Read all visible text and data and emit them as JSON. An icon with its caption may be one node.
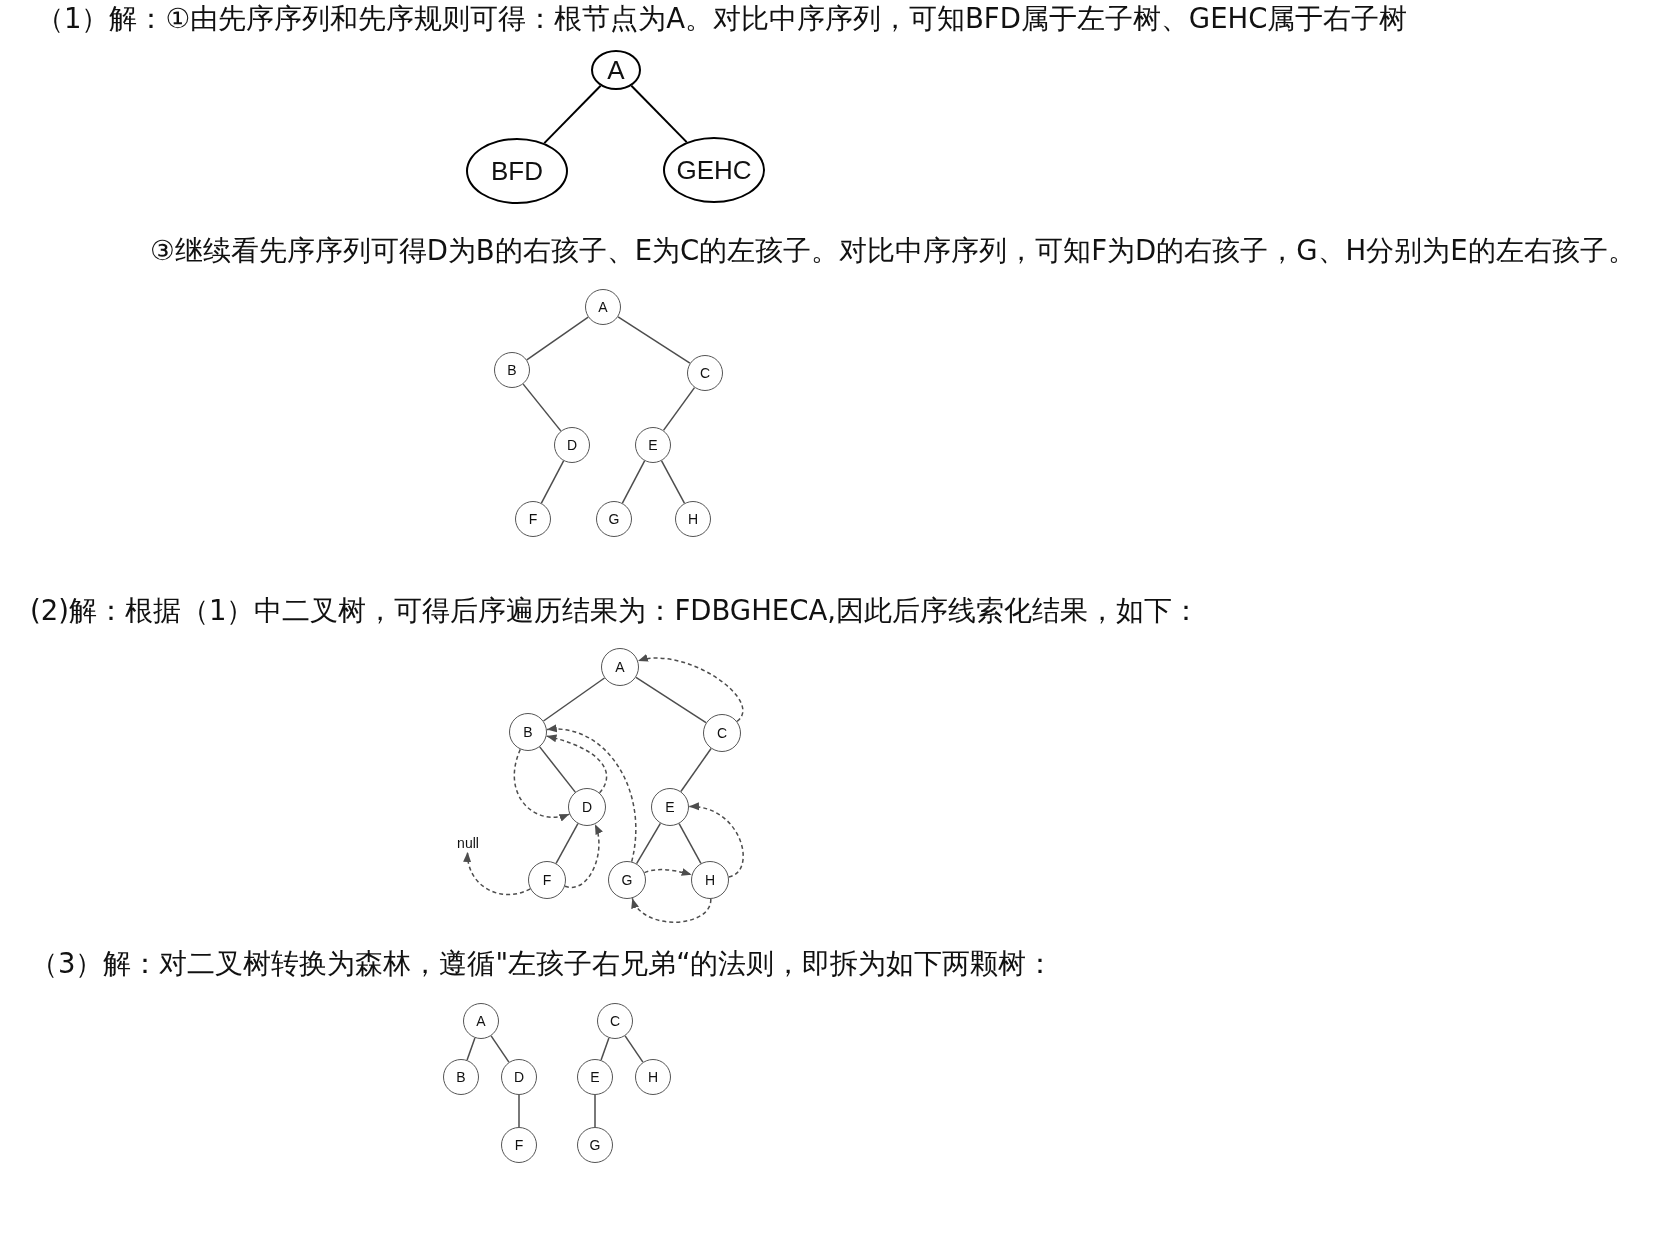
{
  "diagram": {
    "nodes": [
      {
        "text": [
          "A"
        ]
      },
      {
        "text": [
          "BFD"
        ]
      },
      {
        "text": [
          "GEHC"
        ]
      },
      {
        "text": [
          "A"
        ]
      },
      {
        "text": [
          "B"
        ]
      },
      {
        "text": [
          "C"
        ]
      },
      {
        "text": [
          "D"
        ]
      },
      {
        "text": [
          "E"
        ]
      },
      {
        "text": [
          "F"
        ]
      },
      {
        "text": [
          "G"
        ]
      },
      {
        "text": [
          "H"
        ]
      },
      {
        "text": [
          "A"
        ]
      },
      {
        "text": [
          "B"
        ]
      },
      {
        "text": [
          "C"
        ]
      },
      {
        "text": [
          "D"
        ]
      },
      {
        "text": [
          "E"
        ]
      },
      {
        "text": [
          "null"
        ]
      },
      {
        "text": [
          "F"
        ]
      },
      {
        "text": [
          "G"
        ]
      },
      {
        "text": [
          "H"
        ]
      },
      {
        "text": [
          "A"
        ]
      },
      {
        "text": [
          "C"
        ]
      },
      {
        "text": [
          "B"
        ]
      },
      {
        "text": [
          "D"
        ]
      },
      {
        "text": [
          "E"
        ]
      },
      {
        "text": [
          "H"
        ]
      },
      {
        "text": [
          "F"
        ]
      },
      {
        "text": [
          "G"
        ]
      }
    ],
    "edges": [
      {
        "from": 0,
        "to": 1,
        "arrow": "none",
        "color": "#000000"
      },
      {
        "from": 0,
        "to": 2,
        "arrow": "none",
        "color": "#000000"
      },
      {
        "from": 3,
        "to": 4,
        "arrow": "none"
      },
      {
        "from": 3,
        "to": 5,
        "arrow": "none"
      },
      {
        "from": 4,
        "to": 6,
        "arrow": "none"
      },
      {
        "from": 5,
        "to": 7,
        "arrow": "none"
      },
      {
        "from": 6,
        "to": 8,
        "arrow": "none"
      },
      {
        "from": 7,
        "to": 9,
        "arrow": "none"
      },
      {
        "from": 7,
        "to": 10,
        "arrow": "none"
      },
      {
        "from": 11,
        "to": 12,
        "arrow": "none"
      },
      {
        "from": 11,
        "to": 13,
        "arrow": "none"
      },
      {
        "from": 12,
        "to": 14,
        "arrow": "none"
      },
      {
        "from": 13,
        "to": 15,
        "arrow": "none"
      },
      {
        "from": 14,
        "to": 17,
        "arrow": "none"
      },
      {
        "from": 15,
        "to": 18,
        "arrow": "none"
      },
      {
        "from": 15,
        "to": 19,
        "arrow": "none"
      },
      {
        "from": 13,
        "to": 11,
        "arrow": "to",
        "style": "dashed"
      },
      {
        "from": 12,
        "to": 14,
        "arrow": "to",
        "style": "dashed"
      },
      {
        "from": 14,
        "to": 12,
        "arrow": "to",
        "style": "dashed"
      },
      {
        "from": 18,
        "to": 12,
        "arrow": "to",
        "style": "dashed"
      },
      {
        "from": 17,
        "to": 14,
        "arrow": "to",
        "style": "dashed"
      },
      {
        "from": 17,
        "to": 16,
        "arrow": "to",
        "style": "dashed"
      },
      {
        "from": 18,
        "to": 19,
        "arrow": "to",
        "style": "dashed"
      },
      {
        "from": 19,
        "to": 18,
        "arrow": "to",
        "style": "dashed"
      },
      {
        "from": 19,
        "to": 15,
        "arrow": "to",
        "style": "dashed"
      },
      {
        "from": 20,
        "to": 22,
        "arrow": "none"
      },
      {
        "from": 20,
        "to": 23,
        "arrow": "none"
      },
      {
        "from": 23,
        "to": 26,
        "arrow": "none"
      },
      {
        "from": 21,
        "to": 24,
        "arrow": "none"
      },
      {
        "from": 21,
        "to": 25,
        "arrow": "none"
      },
      {
        "from": 24,
        "to": 27,
        "arrow": "none"
      }
    ],
    "labels": [
      "（1）解：①由先序序列和先序规则可得：根节点为A。对比中序序列，可知BFD属于左子树、GEHC属于右子树",
      "③继续看先序序列可得D为B的右孩子、E为C的左孩子。对比中序序列，可知F为D的右孩子，G、H分别为E的左右孩子。",
      "(2)解：根据（1）中二叉树，可得后序遍历结果为：FDBGHECA,因此后序线索化结果，如下：",
      "（3）解：对二叉树转换为森林，遵循\"左孩子右兄弟“的法则，即拆为如下两颗树："
    ]
  }
}
